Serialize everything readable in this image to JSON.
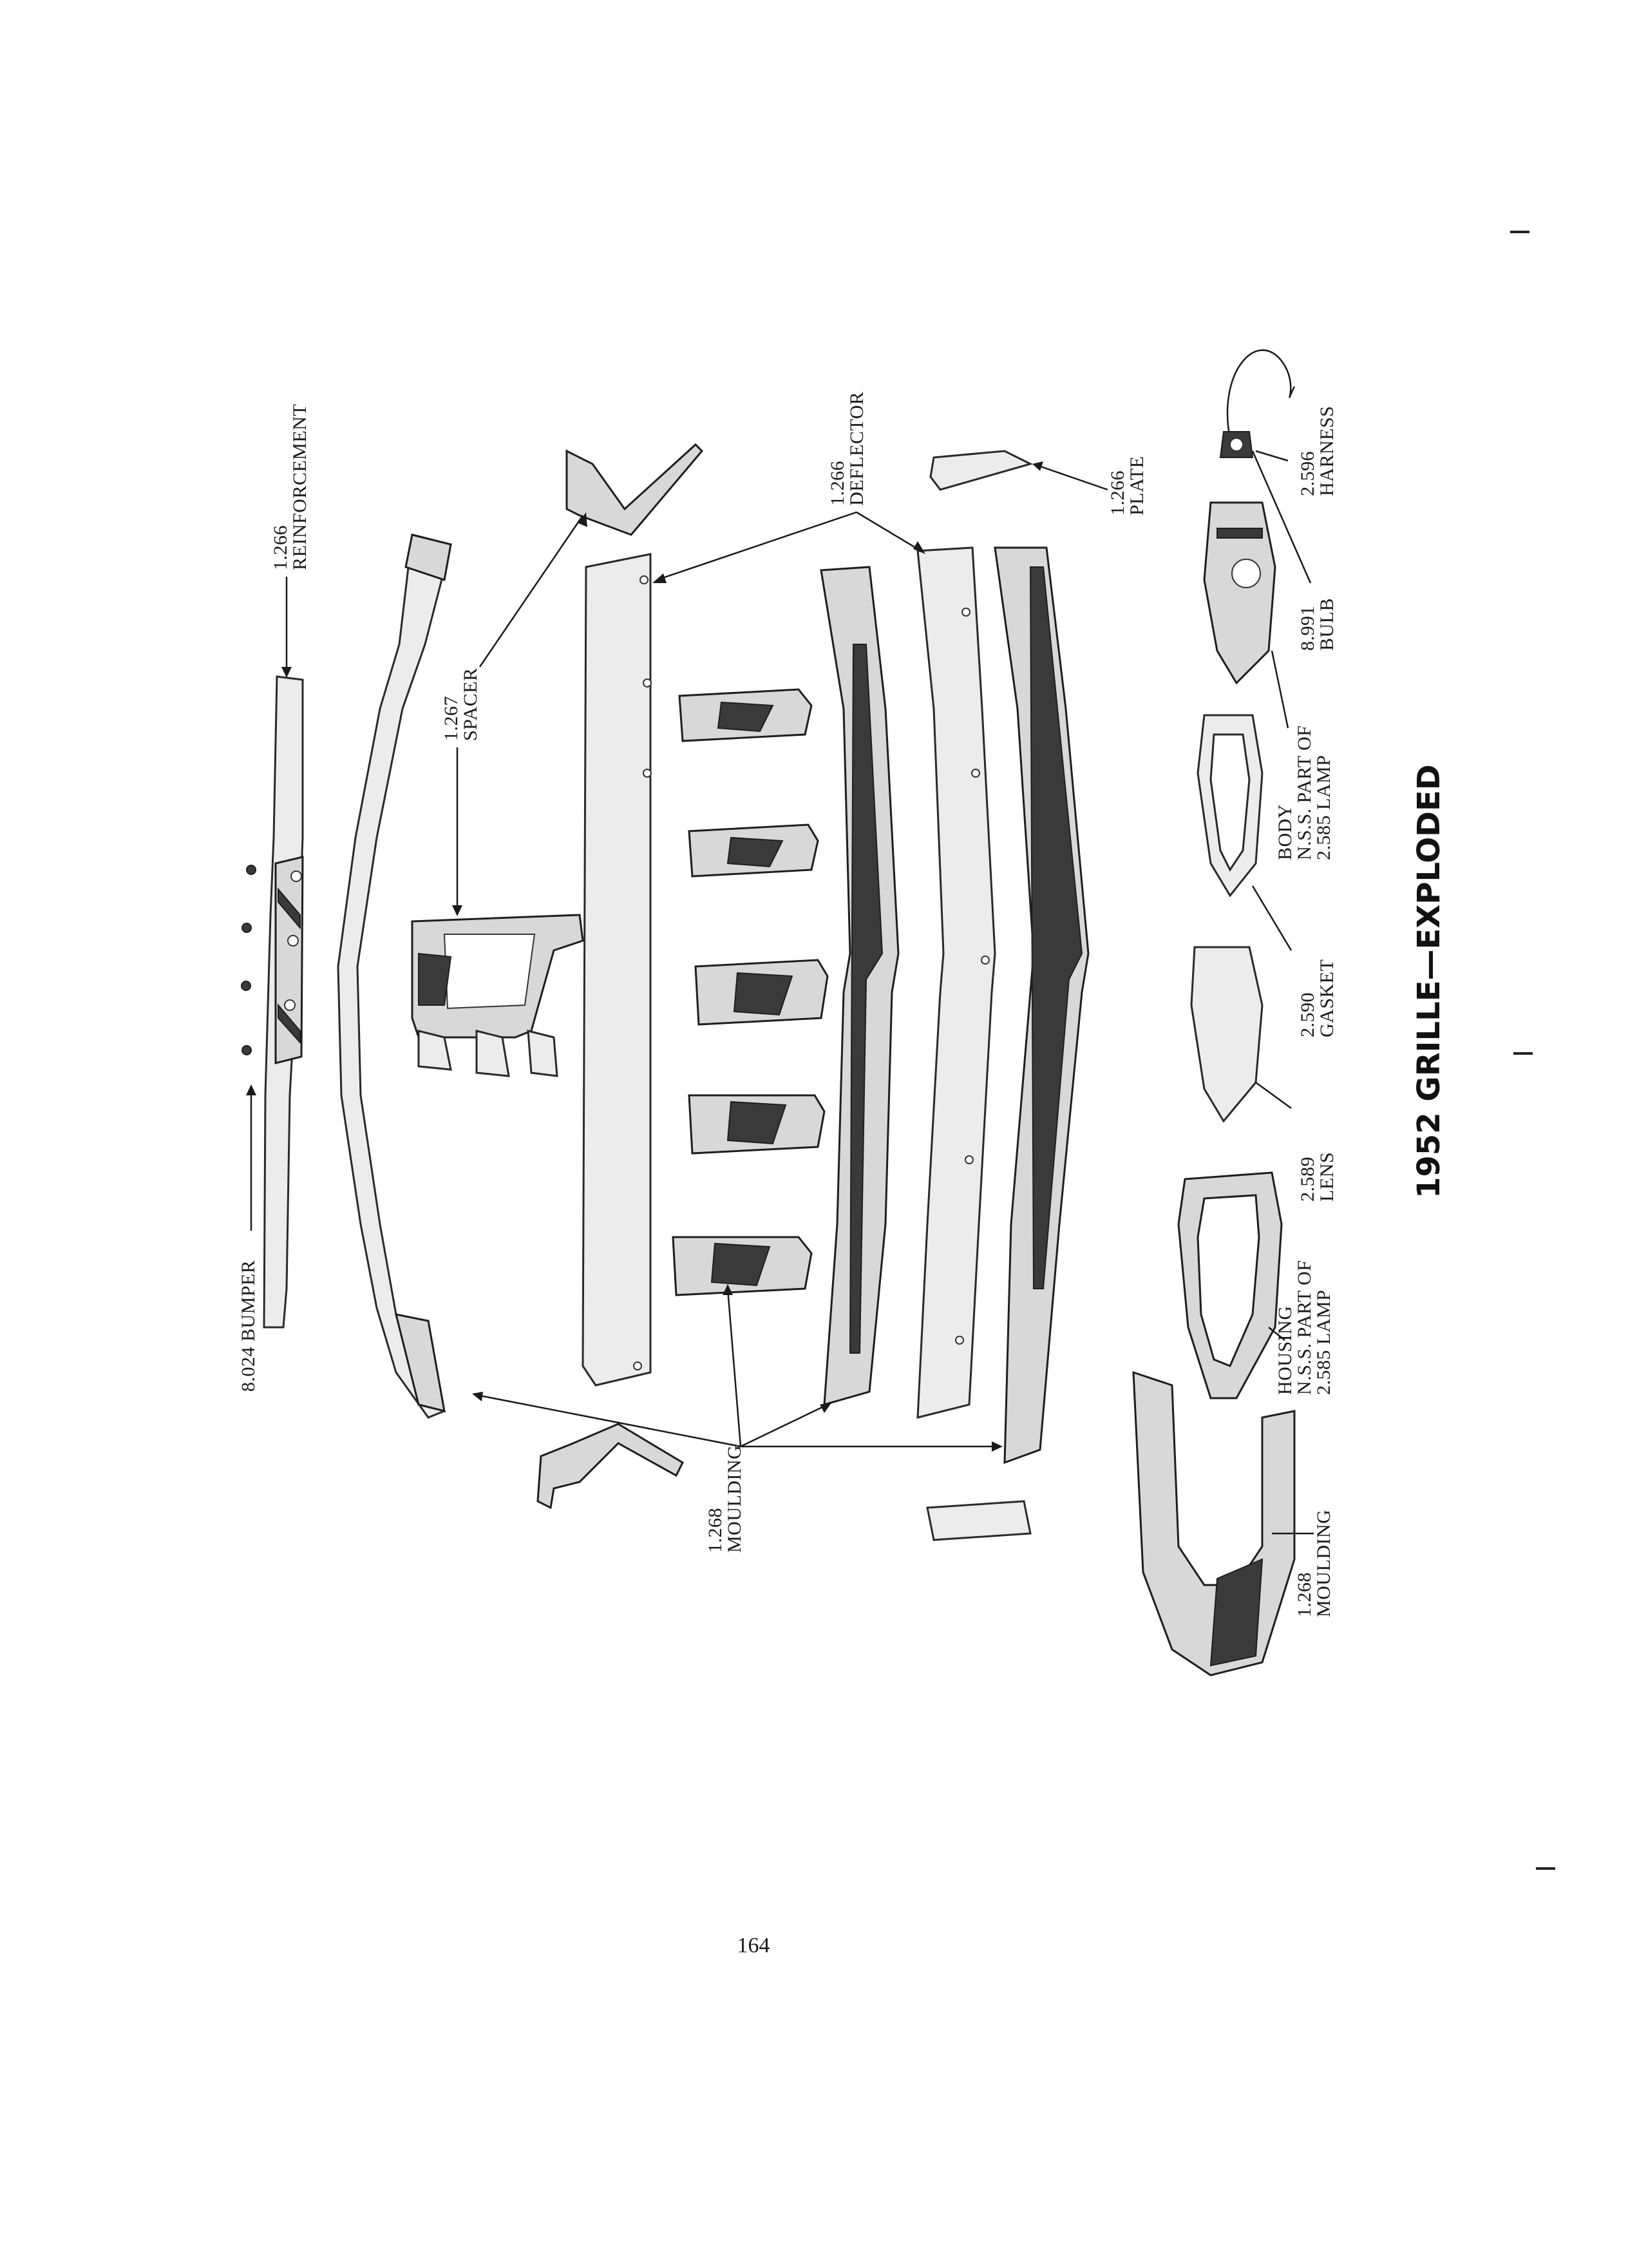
{
  "page": {
    "title": "1952 GRILLE—EXPLODED",
    "page_number": "164"
  },
  "callouts": {
    "reinforcement": {
      "number": "1.266",
      "name": "REINFORCEMENT"
    },
    "bumper": {
      "text": "8.024 BUMPER"
    },
    "spacer": {
      "number": "1.267",
      "name": "SPACER"
    },
    "deflector": {
      "number": "1.266",
      "name": "DEFLECTOR"
    },
    "plate": {
      "number": "1.266",
      "name": "PLATE"
    },
    "moulding_center": {
      "number": "1.268",
      "name": "MOULDING"
    },
    "moulding_end": {
      "number": "1.268",
      "name": "MOULDING"
    },
    "harness": {
      "number": "2.596",
      "name": "HARNESS"
    },
    "bulb": {
      "number": "8.991",
      "name": "BULB"
    },
    "body": {
      "line1": "BODY",
      "line2": "N.S.S. PART OF",
      "line3": "2.585 LAMP"
    },
    "gasket": {
      "number": "2.590",
      "name": "GASKET"
    },
    "lens": {
      "number": "2.589",
      "name": "LENS"
    },
    "housing": {
      "line1": "HOUSING",
      "line2": "N.S.S. PART OF",
      "line3": "2.585 LAMP"
    }
  },
  "colors": {
    "ink": "#1a1a1a",
    "paper": "#ffffff",
    "chrome": "#d8d8d8"
  }
}
